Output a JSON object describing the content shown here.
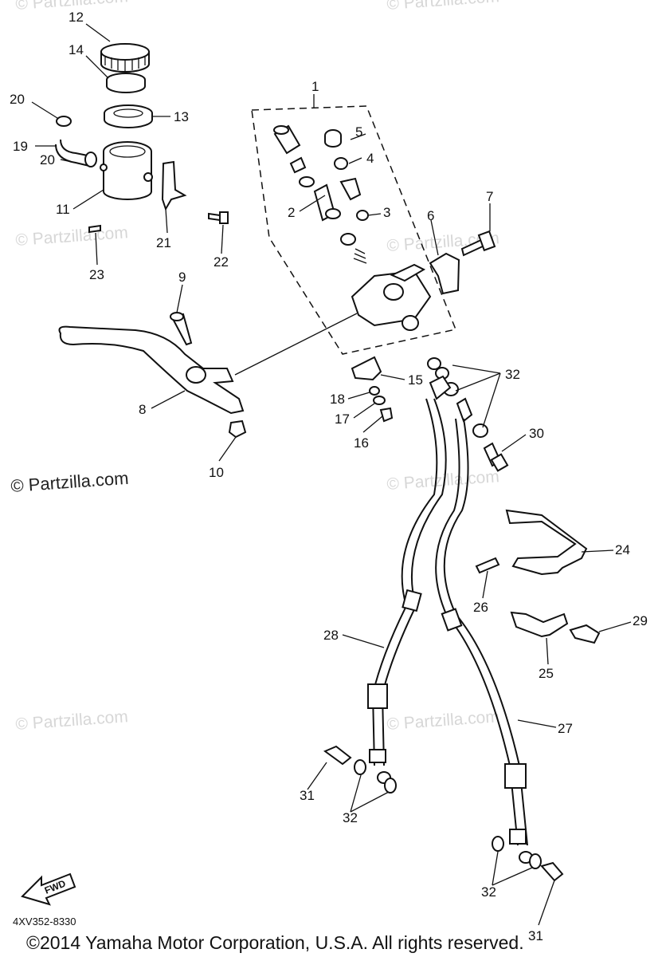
{
  "watermark_text": "© Partzilla.com",
  "footer": {
    "diagram_code": "4XV352-8330",
    "copyright": "©2014  Yamaha Motor Corporation, U.S.A. All rights reserved."
  },
  "fwd_badge": "FWD",
  "callouts": {
    "c1": "1",
    "c2": "2",
    "c3": "3",
    "c4": "4",
    "c5": "5",
    "c6": "6",
    "c7": "7",
    "c8": "8",
    "c9": "9",
    "c10": "10",
    "c11": "11",
    "c12": "12",
    "c13": "13",
    "c14": "14",
    "c15": "15",
    "c16": "16",
    "c17": "17",
    "c18": "18",
    "c19": "19",
    "c20a": "20",
    "c20b": "20",
    "c21": "21",
    "c22": "22",
    "c23": "23",
    "c24": "24",
    "c25": "25",
    "c26": "26",
    "c27": "27",
    "c28": "28",
    "c29": "29",
    "c30": "30",
    "c31a": "31",
    "c31b": "31",
    "c32a": "32",
    "c32b": "32",
    "c32c": "32"
  }
}
